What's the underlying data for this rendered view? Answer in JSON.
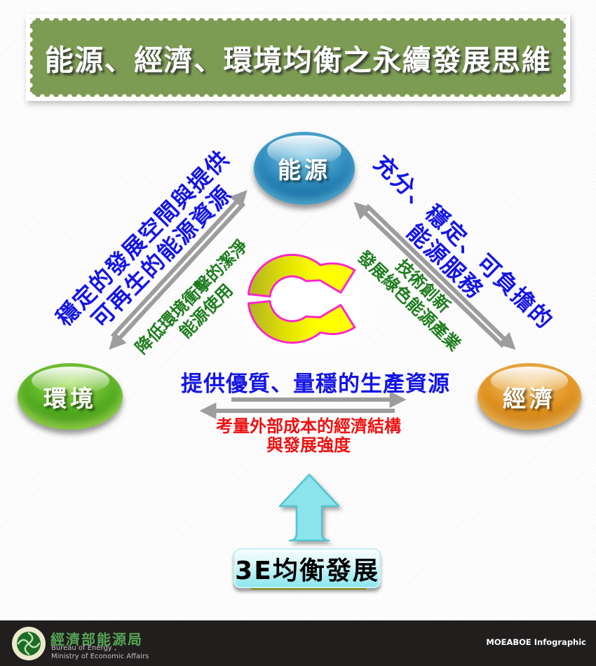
{
  "title": "能源、經濟、環境均衡之永續發展思維",
  "nodes": {
    "energy": "能源",
    "environment": "環境",
    "economy": "經濟"
  },
  "relations": {
    "env_to_energy": {
      "line1": "穩定的發展空間與提供",
      "line2": "可再生的能源資源"
    },
    "energy_to_env": {
      "line1": "降低環境衝擊的潔淨",
      "line2": "能源使用"
    },
    "energy_to_econ": {
      "line1": "充分、穩定、可負擔的",
      "line2": "能源服務"
    },
    "econ_to_energy": {
      "line1": "技術創新",
      "line2": "發展綠色能源產業"
    },
    "env_to_econ": {
      "line1": "提供優質、量穩的生產資源"
    },
    "econ_to_env": {
      "line1": "考量外部成本的經濟結構",
      "line2": "與發展強度"
    }
  },
  "goal_box": {
    "label": "3E均衡發展"
  },
  "footer": {
    "org_zh": "經濟部能源局",
    "org_en_line1": "Bureau of Energy ,",
    "org_en_line2": "Ministry of Economic Affairs",
    "credit": "MOEABOE Infographic"
  },
  "icons": {
    "center": "cycle-arrows",
    "bottom": "up-arrow",
    "footer_logo": "bureau-of-energy-emblem"
  },
  "colors": {
    "banner_green": "#7d9c53",
    "energy_blue": "#1576a8",
    "environment_green": "#3f9c1a",
    "economy_orange": "#d9821b",
    "label_blue": "#1414e6",
    "label_green": "#1e7d1e",
    "label_red": "#ee1111",
    "arrow_gray": "#9d9d9d",
    "cyan_accent": "#8be3eb",
    "footer_bg": "#211e1e"
  }
}
